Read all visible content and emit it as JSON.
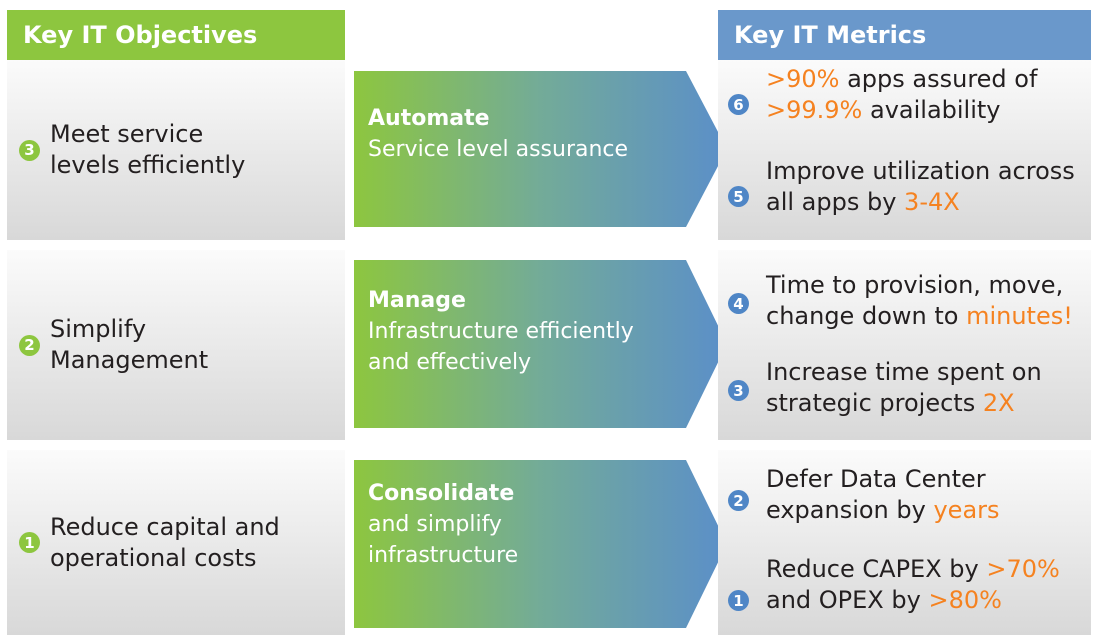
{
  "headers": {
    "objectives": "Key IT Objectives",
    "metrics": "Key IT Metrics"
  },
  "rows": [
    {
      "objective": {
        "number": "3",
        "line1": "Meet service",
        "line2": "levels efficiently"
      },
      "arrow": {
        "title": "Automate",
        "line1": "Service level assurance",
        "line2": ""
      },
      "metrics": [
        {
          "number": "6",
          "l1a": ">90%",
          "l1b": " apps assured of",
          "l2a": ">99.9%",
          "l2b": " availability",
          "l2c": ""
        },
        {
          "number": "5",
          "l1a": "",
          "l1b": "Improve utilization across",
          "l2a": "",
          "l2b": "all apps by ",
          "l2c": "3-4X"
        }
      ]
    },
    {
      "objective": {
        "number": "2",
        "line1": "Simplify",
        "line2": "Management"
      },
      "arrow": {
        "title": "Manage",
        "line1": "Infrastructure efficiently",
        "line2": "and effectively"
      },
      "metrics": [
        {
          "number": "4",
          "l1a": "",
          "l1b": "Time to provision, move,",
          "l2a": "",
          "l2b": "change down to ",
          "l2c": "minutes!"
        },
        {
          "number": "3",
          "l1a": "",
          "l1b": "Increase time spent on",
          "l2a": "",
          "l2b": "strategic projects ",
          "l2c": "2X"
        }
      ]
    },
    {
      "objective": {
        "number": "1",
        "line1": "Reduce capital and",
        "line2": "operational costs"
      },
      "arrow": {
        "title": "Consolidate",
        "line1": "and simplify",
        "line2": "infrastructure"
      },
      "metrics": [
        {
          "number": "2",
          "l1a": "",
          "l1b": "Defer Data Center",
          "l2a": "",
          "l2b": "expansion by ",
          "l2c": "years"
        },
        {
          "number": "1",
          "l1a": "",
          "l1b": "Reduce CAPEX by ",
          "l1c": ">70%",
          "l2a": "",
          "l2b": "and OPEX by ",
          "l2c": ">80%"
        }
      ]
    }
  ],
  "colors": {
    "green": "#8dc63f",
    "blue": "#6a98cb",
    "highlight": "#f58220",
    "text": "#231f20"
  }
}
